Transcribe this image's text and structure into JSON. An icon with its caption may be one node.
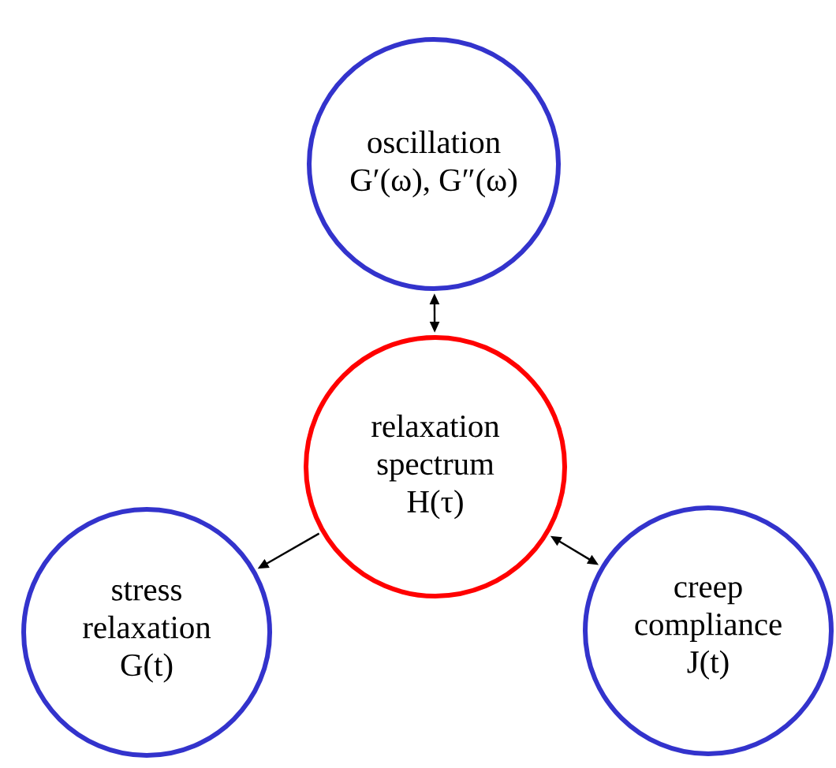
{
  "diagram": {
    "nodes": [
      {
        "text": [
          "oscillation",
          "G′(ω), G″(ω)"
        ]
      },
      {
        "text": [
          "relaxation spectrum",
          "H(τ)"
        ]
      },
      {
        "text": [
          "stress relaxation",
          "G(t)"
        ]
      },
      {
        "text": [
          "creep compliance",
          "J(t)"
        ]
      }
    ],
    "edges": [
      {
        "from": 0,
        "to": 1,
        "arrow": "both"
      },
      {
        "from": 1,
        "to": 2,
        "arrow": "to"
      },
      {
        "from": 1,
        "to": 3,
        "arrow": "both"
      }
    ]
  }
}
